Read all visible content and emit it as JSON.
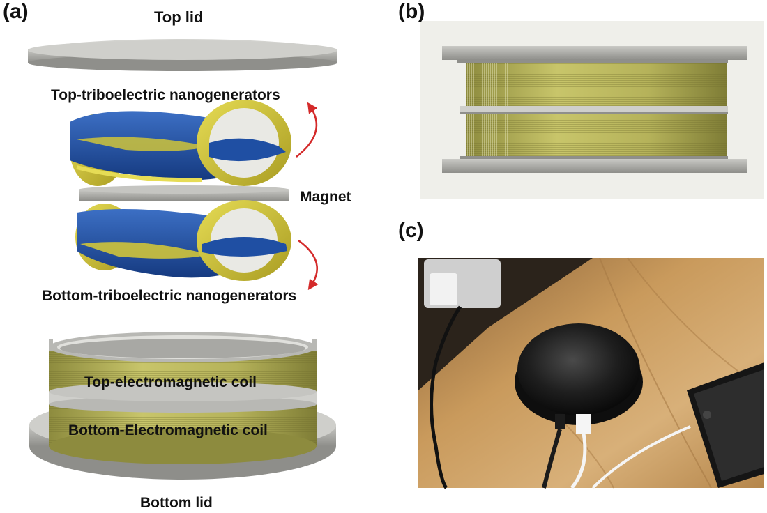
{
  "panels": {
    "a": {
      "label": "(a)",
      "top_lid": "Top lid",
      "top_teng": "Top-triboelectric nanogenerators",
      "magnet": "Magnet",
      "bottom_teng": "Bottom-triboelectric nanogenerators",
      "top_coil": "Top-electromagnetic coil",
      "bottom_coil": "Bottom-Electromagnetic coil",
      "bottom_lid": "Bottom lid"
    },
    "b": {
      "label": "(b)"
    },
    "c": {
      "label": "(c)"
    }
  },
  "colors": {
    "lid_gray": "#a9a9a5",
    "coil_yellow": "#b7b55a",
    "teng_blue": "#1f4fa3",
    "teng_yellow": "#cfc43a",
    "arrow_red": "#d42a2a",
    "wood": "#c99a5c",
    "device_black": "#1a1a1a"
  }
}
